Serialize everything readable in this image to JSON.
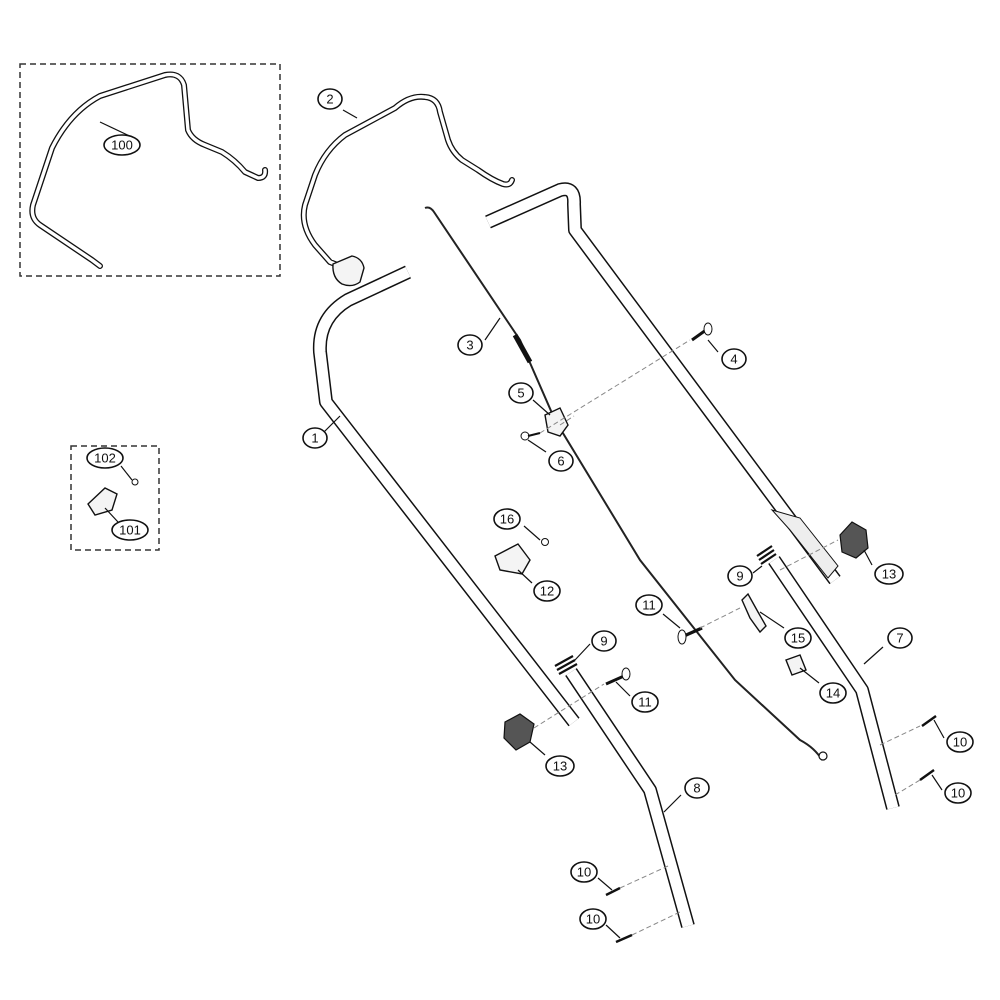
{
  "callouts": [
    {
      "id": "c100",
      "label": "100"
    },
    {
      "id": "c2",
      "label": "2"
    },
    {
      "id": "c3",
      "label": "3"
    },
    {
      "id": "c4",
      "label": "4"
    },
    {
      "id": "c5",
      "label": "5"
    },
    {
      "id": "c6",
      "label": "6"
    },
    {
      "id": "c1",
      "label": "1"
    },
    {
      "id": "c102",
      "label": "102"
    },
    {
      "id": "c101",
      "label": "101"
    },
    {
      "id": "c16",
      "label": "16"
    },
    {
      "id": "c12",
      "label": "12"
    },
    {
      "id": "c13a",
      "label": "13"
    },
    {
      "id": "c9a",
      "label": "9"
    },
    {
      "id": "c11a",
      "label": "11"
    },
    {
      "id": "c15",
      "label": "15"
    },
    {
      "id": "c7",
      "label": "7"
    },
    {
      "id": "c9b",
      "label": "9"
    },
    {
      "id": "c11b",
      "label": "11"
    },
    {
      "id": "c14",
      "label": "14"
    },
    {
      "id": "c10a",
      "label": "10"
    },
    {
      "id": "c13b",
      "label": "13"
    },
    {
      "id": "c10b",
      "label": "10"
    },
    {
      "id": "c8",
      "label": "8"
    },
    {
      "id": "c10c",
      "label": "10"
    },
    {
      "id": "c10d",
      "label": "10"
    }
  ]
}
